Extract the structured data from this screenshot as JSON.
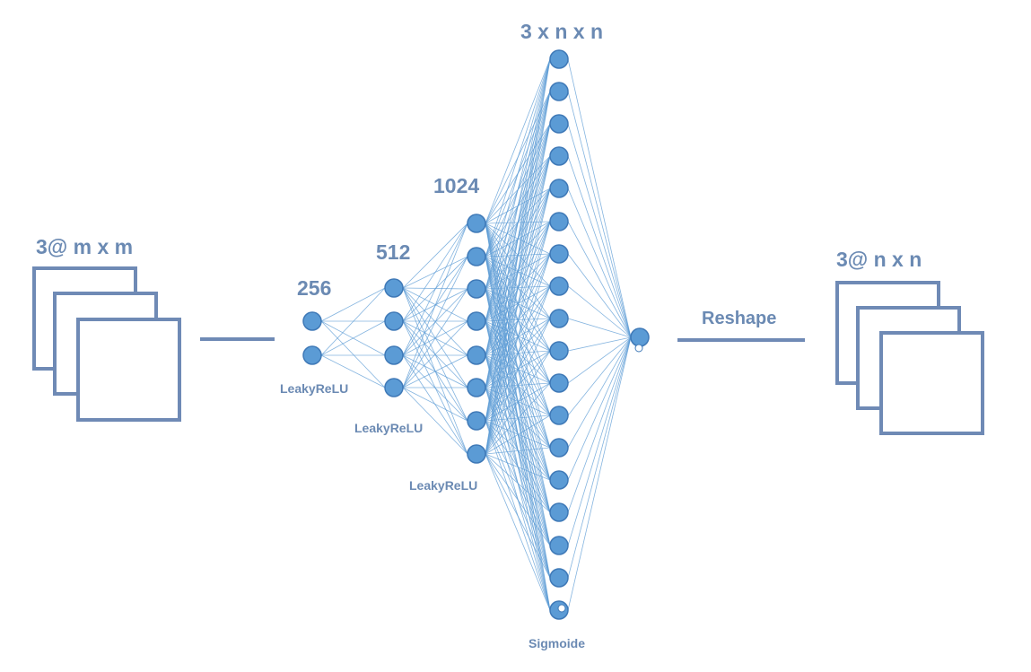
{
  "input": {
    "label": "3@ m x m"
  },
  "output": {
    "label": "3@  n x n",
    "reshape_label": "Reshape"
  },
  "layers": [
    {
      "size_label": "256",
      "activation": "LeakyReLU"
    },
    {
      "size_label": "512",
      "activation": "LeakyReLU"
    },
    {
      "size_label": "1024",
      "activation": "LeakyReLU"
    },
    {
      "size_label": "3 x n x n",
      "activation": "Sigmoide"
    }
  ],
  "colors": {
    "node_fill": "#5b9bd5",
    "node_stroke": "#3f79b7",
    "edge": "#5b9bd5",
    "frame": "#6f8ab5",
    "text": "#6b8ab3"
  }
}
